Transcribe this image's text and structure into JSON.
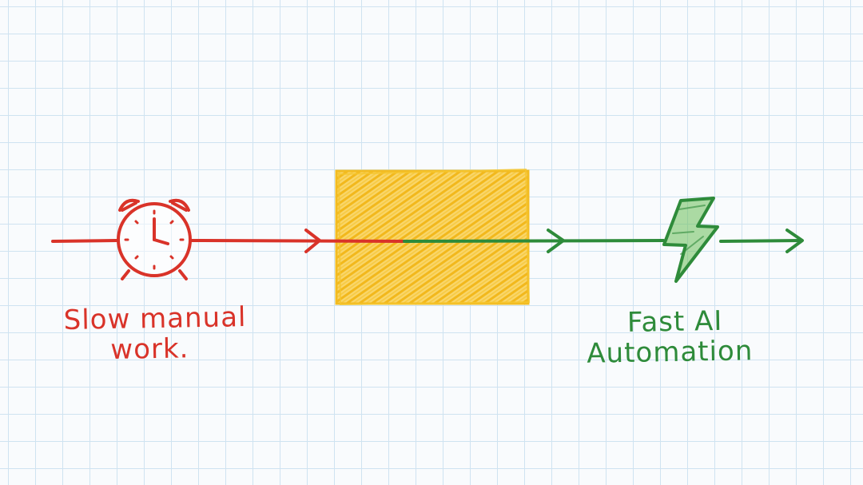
{
  "labels": {
    "slow_line1": "Slow manual",
    "slow_line2": "work.",
    "fast_line1": "Fast AI",
    "fast_line2": "Automation"
  },
  "icons": {
    "left": "alarm-clock-icon",
    "right": "lightning-bolt-icon"
  },
  "colors": {
    "slow": "#d93329",
    "fast": "#2e8b3a",
    "box": "#f7c531",
    "grid": "#cfe3f1",
    "paper": "#f9fbfd"
  }
}
